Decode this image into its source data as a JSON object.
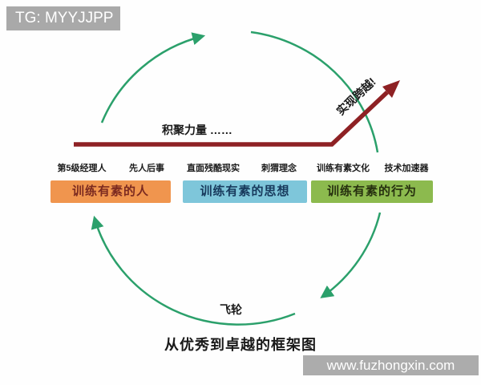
{
  "watermarks": {
    "top_left": "TG: MYYJJPP",
    "bottom_right": "www.fuzhongxin.com"
  },
  "title": "从优秀到卓越的框架图",
  "flywheel_label": "飞轮",
  "buildup_label": "积聚力量 ……",
  "breakthrough_label": "实现跨越!",
  "stages": [
    {
      "name": "训练有素的人",
      "box_color": "#F0954E",
      "text_color": "#7B2A20",
      "concepts": [
        "第5级经理人",
        "先人后事"
      ]
    },
    {
      "name": "训练有素的思想",
      "box_color": "#7EC6DA",
      "text_color": "#17395C",
      "concepts": [
        "直面残酷现实",
        "刺猬理念"
      ]
    },
    {
      "name": "训练有素的行为",
      "box_color": "#8CBA4E",
      "text_color": "#26300F",
      "concepts": [
        "训练有素文化",
        "技术加速器"
      ]
    }
  ],
  "colors": {
    "flywheel_arc_green": "#2BA06B",
    "breakthrough_arrow_red": "#8E2124",
    "watermark_gray": "#A9A9A9",
    "text_dark": "#1A1A1A"
  }
}
